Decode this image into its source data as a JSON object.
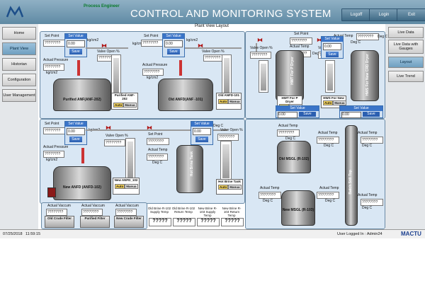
{
  "header": {
    "company": "Process Engineer",
    "title": "CONTROL AND MONITORING SYSTEM",
    "buttons": [
      "Logoff",
      "Login",
      "Exit"
    ]
  },
  "left_nav": [
    "Home",
    "Plant View",
    "Historian",
    "Configuration",
    "User Management"
  ],
  "right_nav": [
    "Live Data",
    "Live Data with Gauges",
    "Layout",
    "Live Trend"
  ],
  "plant_view_title": "Plant View Layout",
  "common": {
    "set_point": "Set Point",
    "set_value": "Set Value",
    "save": "Save",
    "actual_pressure": "Actual Pressure",
    "actual_temp": "Actual Temp",
    "valve_open": "Valve Open %",
    "kgcm2": "kg/cm2",
    "degc": "Deg C",
    "placeholder": "????????",
    "zero": "0.00",
    "auto": "Auto",
    "manual": "Manua"
  },
  "panel_a": {
    "tank1": "Purified ANF(ANF-202)",
    "tag1": "Purified ANF-202",
    "tank2": "Old ANFD(ANF -101)",
    "tag2": "Old ANFD-101"
  },
  "panel_b": {
    "tank1": "HWT For P Dryer",
    "tag1": "HWT For P Dryer",
    "tank2": "HWS For New CRD Dryer",
    "tag2": "HWS For New"
  },
  "panel_c": {
    "tank1": "New ANFD (ANFD-102)",
    "tag1": "New ANFD_102",
    "tank2": "Hot Brine Tank",
    "tag2": "Hot Brine Tank",
    "vacuum_label": "Actual Vaccum",
    "vacuum_items": [
      "Old Crude Filter",
      "Purified Filter",
      "New Crude Filter"
    ],
    "brine_items": [
      {
        "label": "Old Brine R-102 Supply Temp",
        "value": "?????"
      },
      {
        "label": "Old Brine R-102 Return Temp",
        "value": "?????"
      },
      {
        "label": "New Brine R-103 Supply Temp",
        "value": "?????"
      },
      {
        "label": "New Brine R-103 Return Temp",
        "value": "?????"
      }
    ]
  },
  "panel_d": {
    "tank1": "Old MSGL (R-102)",
    "tank2": "New MSGL (R-103)",
    "tank3": "Batch Still Top"
  },
  "status": {
    "date": "07/25/2018",
    "time": "11:59:15",
    "user": "User Logged In : Admin24",
    "brand": "MACTU"
  },
  "colors": {
    "header": "#6f97b0",
    "panel": "#d9e7f4",
    "accent": "#3a74c8",
    "valve": "#b01818"
  }
}
